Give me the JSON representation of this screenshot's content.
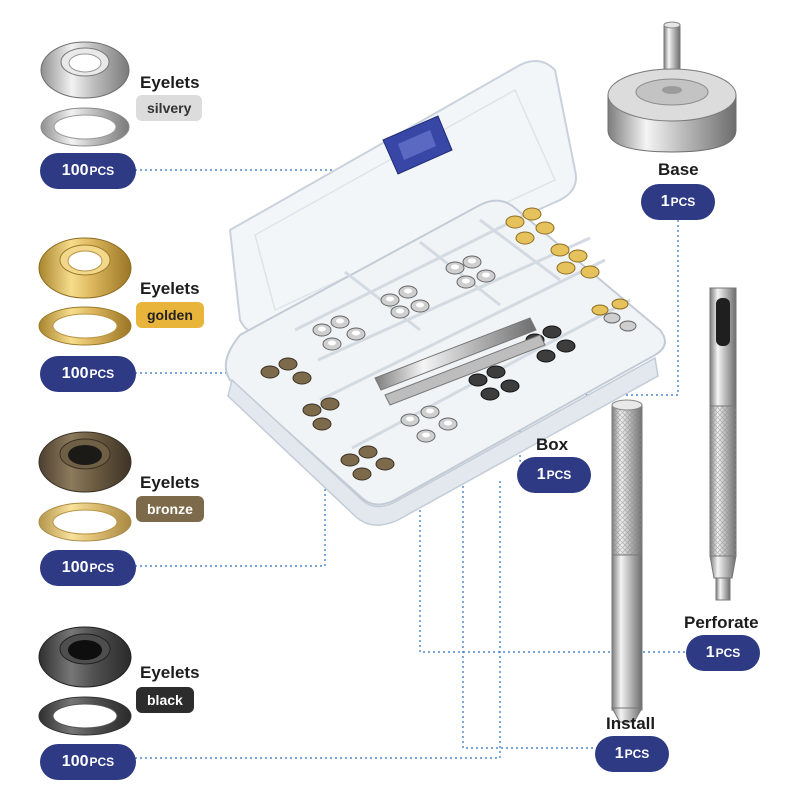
{
  "colors": {
    "pill": "#2e3a84",
    "connector": "#2b6fc4",
    "tag_silvery": "#dcdcdc",
    "tag_golden": "#e9b43a",
    "tag_bronze": "#7d6a4a",
    "tag_black": "#2c2c2c",
    "box_lid_latch": "#3847a6"
  },
  "items": [
    {
      "title": "Eyelets",
      "tag": "silvery",
      "count": "100",
      "unit": "PCS"
    },
    {
      "title": "Eyelets",
      "tag": "golden",
      "count": "100",
      "unit": "PCS"
    },
    {
      "title": "Eyelets",
      "tag": "bronze",
      "count": "100",
      "unit": "PCS"
    },
    {
      "title": "Eyelets",
      "tag": "black",
      "count": "100",
      "unit": "PCS"
    }
  ],
  "tools": {
    "base": {
      "title": "Base",
      "count": "1",
      "unit": "PCS"
    },
    "box": {
      "title": "Box",
      "count": "1",
      "unit": "PCS"
    },
    "perforate": {
      "title": "Perforate",
      "count": "1",
      "unit": "PCS"
    },
    "install": {
      "title": "Install",
      "count": "1",
      "unit": "PCS"
    }
  },
  "icons": [
    "eyelet-silver-icon",
    "eyelet-gold-icon",
    "eyelet-bronze-icon",
    "eyelet-black-icon",
    "washer-icon",
    "base-anvil-icon",
    "storage-box-icon",
    "hole-punch-icon",
    "setting-tool-icon"
  ]
}
